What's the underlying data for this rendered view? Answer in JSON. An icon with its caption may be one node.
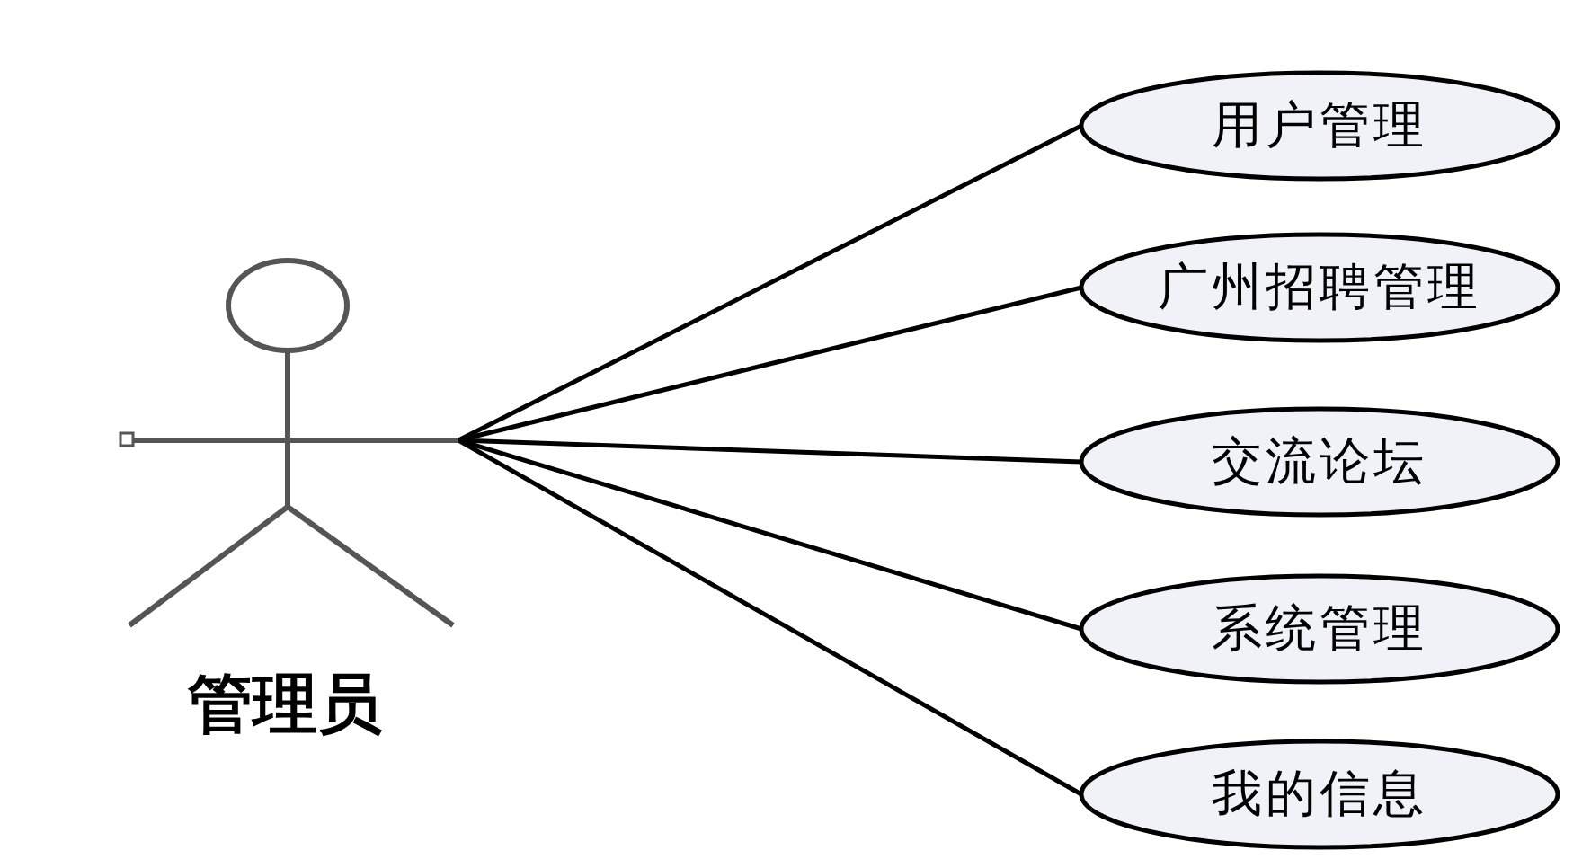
{
  "diagram": {
    "nodes": [
      {
        "text": [
          "管理员"
        ]
      },
      {
        "text": [
          "用户管理"
        ]
      },
      {
        "text": [
          "广州招聘管理"
        ]
      },
      {
        "text": [
          "交流论坛"
        ]
      },
      {
        "text": [
          "系统管理"
        ]
      },
      {
        "text": [
          "我的信息"
        ]
      }
    ],
    "edges": [
      {
        "from": 0,
        "to": 1,
        "arrow": "none"
      },
      {
        "from": 0,
        "to": 2,
        "arrow": "none"
      },
      {
        "from": 0,
        "to": 3,
        "arrow": "none"
      },
      {
        "from": 0,
        "to": 4,
        "arrow": "none"
      },
      {
        "from": 0,
        "to": 5,
        "arrow": "none"
      }
    ]
  }
}
